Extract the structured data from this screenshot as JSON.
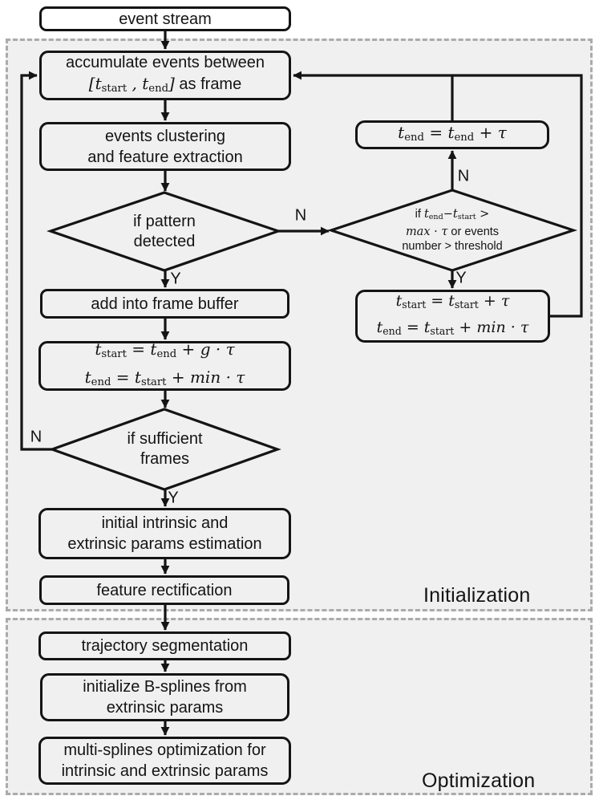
{
  "colors": {
    "ink": "#141414",
    "panel": "#f0f0f0",
    "dash": "#ababab",
    "bg": "#ffffff"
  },
  "sections": {
    "initialization": "Initialization",
    "optimization": "Optimization"
  },
  "nodes": {
    "event_stream": {
      "lines": [
        [
          [
            "p",
            "event stream"
          ]
        ]
      ]
    },
    "accumulate": {
      "lines": [
        [
          [
            "p",
            "accumulate events between"
          ]
        ],
        [
          [
            "m",
            "["
          ],
          [
            "m",
            "t"
          ],
          [
            "s",
            "start"
          ],
          [
            "m",
            " , "
          ],
          [
            "m",
            "t"
          ],
          [
            "s",
            "end"
          ],
          [
            "m",
            "]"
          ],
          [
            "p",
            " as frame"
          ]
        ]
      ]
    },
    "clustering": {
      "lines": [
        [
          [
            "p",
            "events clustering"
          ]
        ],
        [
          [
            "p",
            "and feature extraction"
          ]
        ]
      ]
    },
    "pattern_diamond": {
      "lines": [
        [
          [
            "p",
            "if pattern"
          ]
        ],
        [
          [
            "p",
            "detected"
          ]
        ]
      ]
    },
    "add_buffer": {
      "lines": [
        [
          [
            "p",
            "add into frame buffer"
          ]
        ]
      ]
    },
    "tstart_g": {
      "lines": [
        [
          [
            "m",
            "t"
          ],
          [
            "s",
            "start"
          ],
          [
            "m",
            " = "
          ],
          [
            "m",
            "t"
          ],
          [
            "s",
            "end"
          ],
          [
            "m",
            " + "
          ],
          [
            "m",
            "g"
          ],
          [
            "m",
            " · "
          ],
          [
            "m",
            "τ"
          ]
        ],
        [
          [
            "m",
            "t"
          ],
          [
            "s",
            "end"
          ],
          [
            "m",
            " = "
          ],
          [
            "m",
            "t"
          ],
          [
            "s",
            "start"
          ],
          [
            "m",
            " + "
          ],
          [
            "m",
            "min"
          ],
          [
            "m",
            " · "
          ],
          [
            "m",
            "τ"
          ]
        ]
      ]
    },
    "sufficient_diamond": {
      "lines": [
        [
          [
            "p",
            "if sufficient"
          ]
        ],
        [
          [
            "p",
            "frames"
          ]
        ]
      ]
    },
    "initial_params": {
      "lines": [
        [
          [
            "p",
            "initial intrinsic and"
          ]
        ],
        [
          [
            "p",
            "extrinsic params estimation"
          ]
        ]
      ]
    },
    "rectification": {
      "lines": [
        [
          [
            "p",
            "feature rectification"
          ]
        ]
      ]
    },
    "trajectory": {
      "lines": [
        [
          [
            "p",
            "trajectory segmentation"
          ]
        ]
      ]
    },
    "bsplines": {
      "lines": [
        [
          [
            "p",
            "initialize B-splines from"
          ]
        ],
        [
          [
            "p",
            "extrinsic params"
          ]
        ]
      ]
    },
    "multisplines": {
      "lines": [
        [
          [
            "p",
            "multi-splines optimization for"
          ]
        ],
        [
          [
            "p",
            "intrinsic and extrinsic params"
          ]
        ]
      ]
    },
    "tend_update": {
      "lines": [
        [
          [
            "m",
            "t"
          ],
          [
            "s",
            "end"
          ],
          [
            "m",
            " = "
          ],
          [
            "m",
            "t"
          ],
          [
            "s",
            "end"
          ],
          [
            "m",
            " + "
          ],
          [
            "m",
            "τ"
          ]
        ]
      ]
    },
    "window_diamond": {
      "lines": [
        [
          [
            "p",
            "if "
          ],
          [
            "m",
            "t"
          ],
          [
            "s",
            "end"
          ],
          [
            "m",
            "−"
          ],
          [
            "m",
            "t"
          ],
          [
            "s",
            "start"
          ],
          [
            "m",
            " >"
          ]
        ],
        [
          [
            "m",
            "max"
          ],
          [
            "m",
            " · "
          ],
          [
            "m",
            "τ"
          ],
          [
            "p",
            " or events"
          ]
        ],
        [
          [
            "p",
            "number > threshold"
          ]
        ]
      ]
    },
    "tstart_update": {
      "lines": [
        [
          [
            "m",
            "t"
          ],
          [
            "s",
            "start"
          ],
          [
            "m",
            " = "
          ],
          [
            "m",
            "t"
          ],
          [
            "s",
            "start"
          ],
          [
            "m",
            " + "
          ],
          [
            "m",
            "τ"
          ]
        ],
        [
          [
            "m",
            "t"
          ],
          [
            "s",
            "end"
          ],
          [
            "m",
            " = "
          ],
          [
            "m",
            "t"
          ],
          [
            "s",
            "start"
          ],
          [
            "m",
            " + "
          ],
          [
            "m",
            "min"
          ],
          [
            "m",
            " · "
          ],
          [
            "m",
            "τ"
          ]
        ]
      ]
    }
  },
  "edge_labels": {
    "pattern_no": "N",
    "pattern_yes": "Y",
    "window_no": "N",
    "window_yes": "Y",
    "sufficient_no": "N",
    "sufficient_yes": "Y"
  }
}
